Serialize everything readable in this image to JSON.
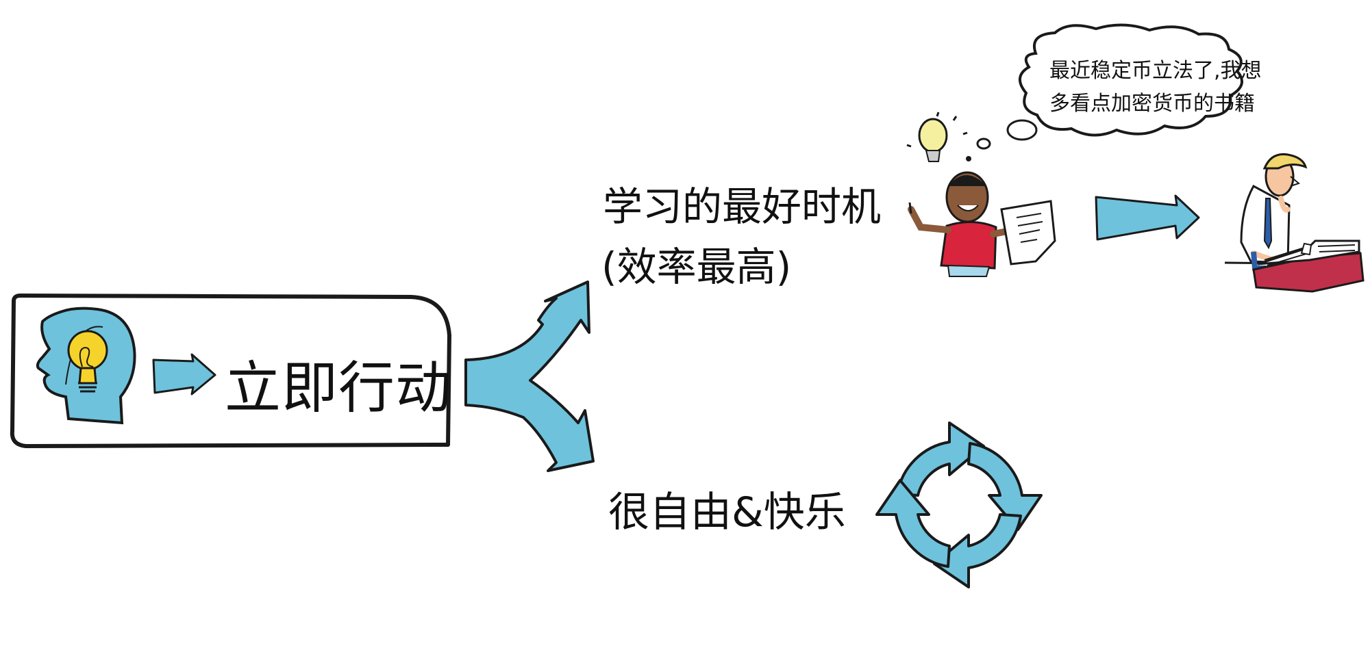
{
  "action_box": {
    "label": "立即行动"
  },
  "branch_learning": {
    "line1": "学习的最好时机",
    "line2": "(效率最高)"
  },
  "branch_freedom": {
    "label": "很自由&快乐"
  },
  "thought_bubble": {
    "line1": "最近稳定币立法了,我想",
    "line2": "多看点加密货币的书籍"
  },
  "colors": {
    "accent_blue": "#6ec2dc",
    "outline": "#1a1a1a",
    "bulb_yellow": "#f6d32a",
    "shirt_red": "#d8243c",
    "book_red": "#c0304a"
  }
}
